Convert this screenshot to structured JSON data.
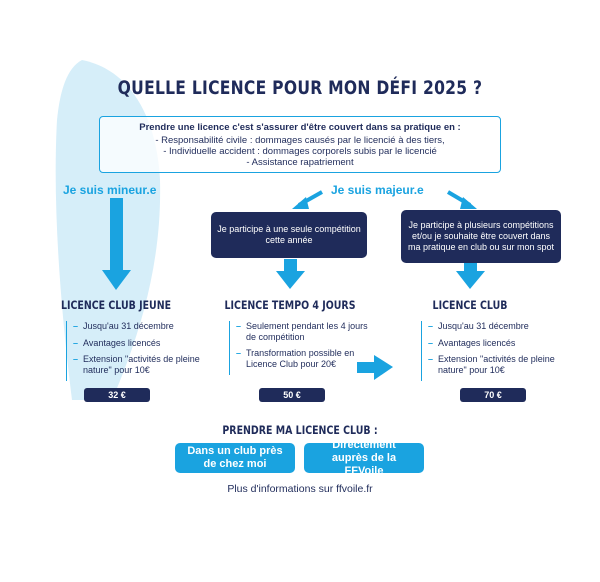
{
  "title": "QUELLE LICENCE POUR MON DÉFI 2025 ?",
  "intro": {
    "heading": "Prendre une licence c'est s'assurer d'être couvert dans sa pratique en :",
    "lines": [
      "-   Responsabilité civile : dommages causés par le licencié à des tiers,",
      "-   Individuelle accident : dommages corporels subis par le licencié",
      "-   Assistance rapatriement"
    ]
  },
  "paths": {
    "minor": "Je suis mineur.e",
    "major": "Je suis majeur.e"
  },
  "choices": {
    "single": "Je participe à une seule compétition cette année",
    "multi": "Je participe à plusieurs compétitions et/ou je souhaite être couvert dans ma pratique en club ou sur mon spot"
  },
  "licences": [
    {
      "name": "LICENCE CLUB JEUNE",
      "items": [
        "Jusqu'au 31 décembre",
        "Avantages licencés",
        "Extension \"activités de pleine nature\" pour 10€"
      ],
      "price": "32 €"
    },
    {
      "name": "LICENCE TEMPO 4 JOURS",
      "items": [
        "Seulement pendant les 4 jours de compétition",
        "Transformation possible en Licence Club pour 20€"
      ],
      "price": "50 €"
    },
    {
      "name": "LICENCE CLUB",
      "items": [
        "Jusqu'au 31 décembre",
        "Avantages licencés",
        "Extension \"activités de pleine nature\" pour 10€"
      ],
      "price": "70 €"
    }
  ],
  "cta": {
    "title": "PRENDRE MA LICENCE CLUB :",
    "club": "Dans un club près de chez moi",
    "ffvoile": "Directement auprès de la FFVoile"
  },
  "more_info": "Plus d'informations sur ffvoile.fr",
  "colors": {
    "navy": "#1f2b5a",
    "accent": "#1aa3e0"
  }
}
